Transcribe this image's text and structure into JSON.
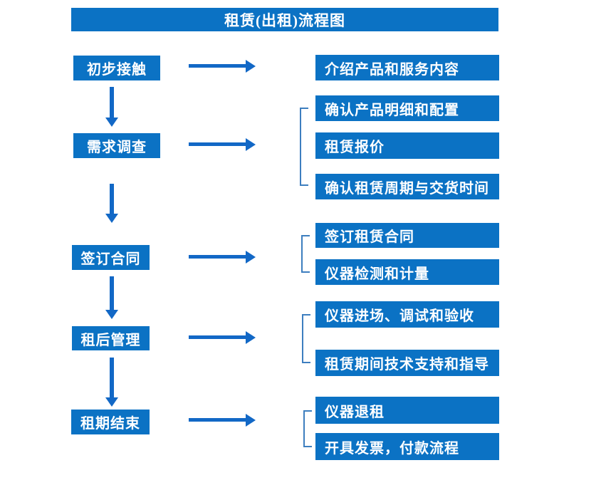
{
  "title": "租赁(出租)流程图",
  "colors": {
    "box_blue": "#0b72c4",
    "arrow_blue": "#1268c6",
    "bracket_blue": "#3d7ebf",
    "text": "#ffffff",
    "background": "#ffffff"
  },
  "flow": {
    "rows": [
      {
        "step": "初步接触",
        "items": [
          "介绍产品和服务内容"
        ]
      },
      {
        "step": "需求调查",
        "items": [
          "确认产品明细和配置",
          "租赁报价",
          "确认租赁周期与交货时间"
        ]
      },
      {
        "step": "签订合同",
        "items": [
          "签订租赁合同",
          "仪器检测和计量"
        ]
      },
      {
        "step": "租后管理",
        "items": [
          "仪器进场、调试和验收",
          "租赁期间技术支持和指导"
        ]
      },
      {
        "step": "租期结束",
        "items": [
          "仪器退租",
          "开具发票，付款流程"
        ]
      }
    ]
  }
}
